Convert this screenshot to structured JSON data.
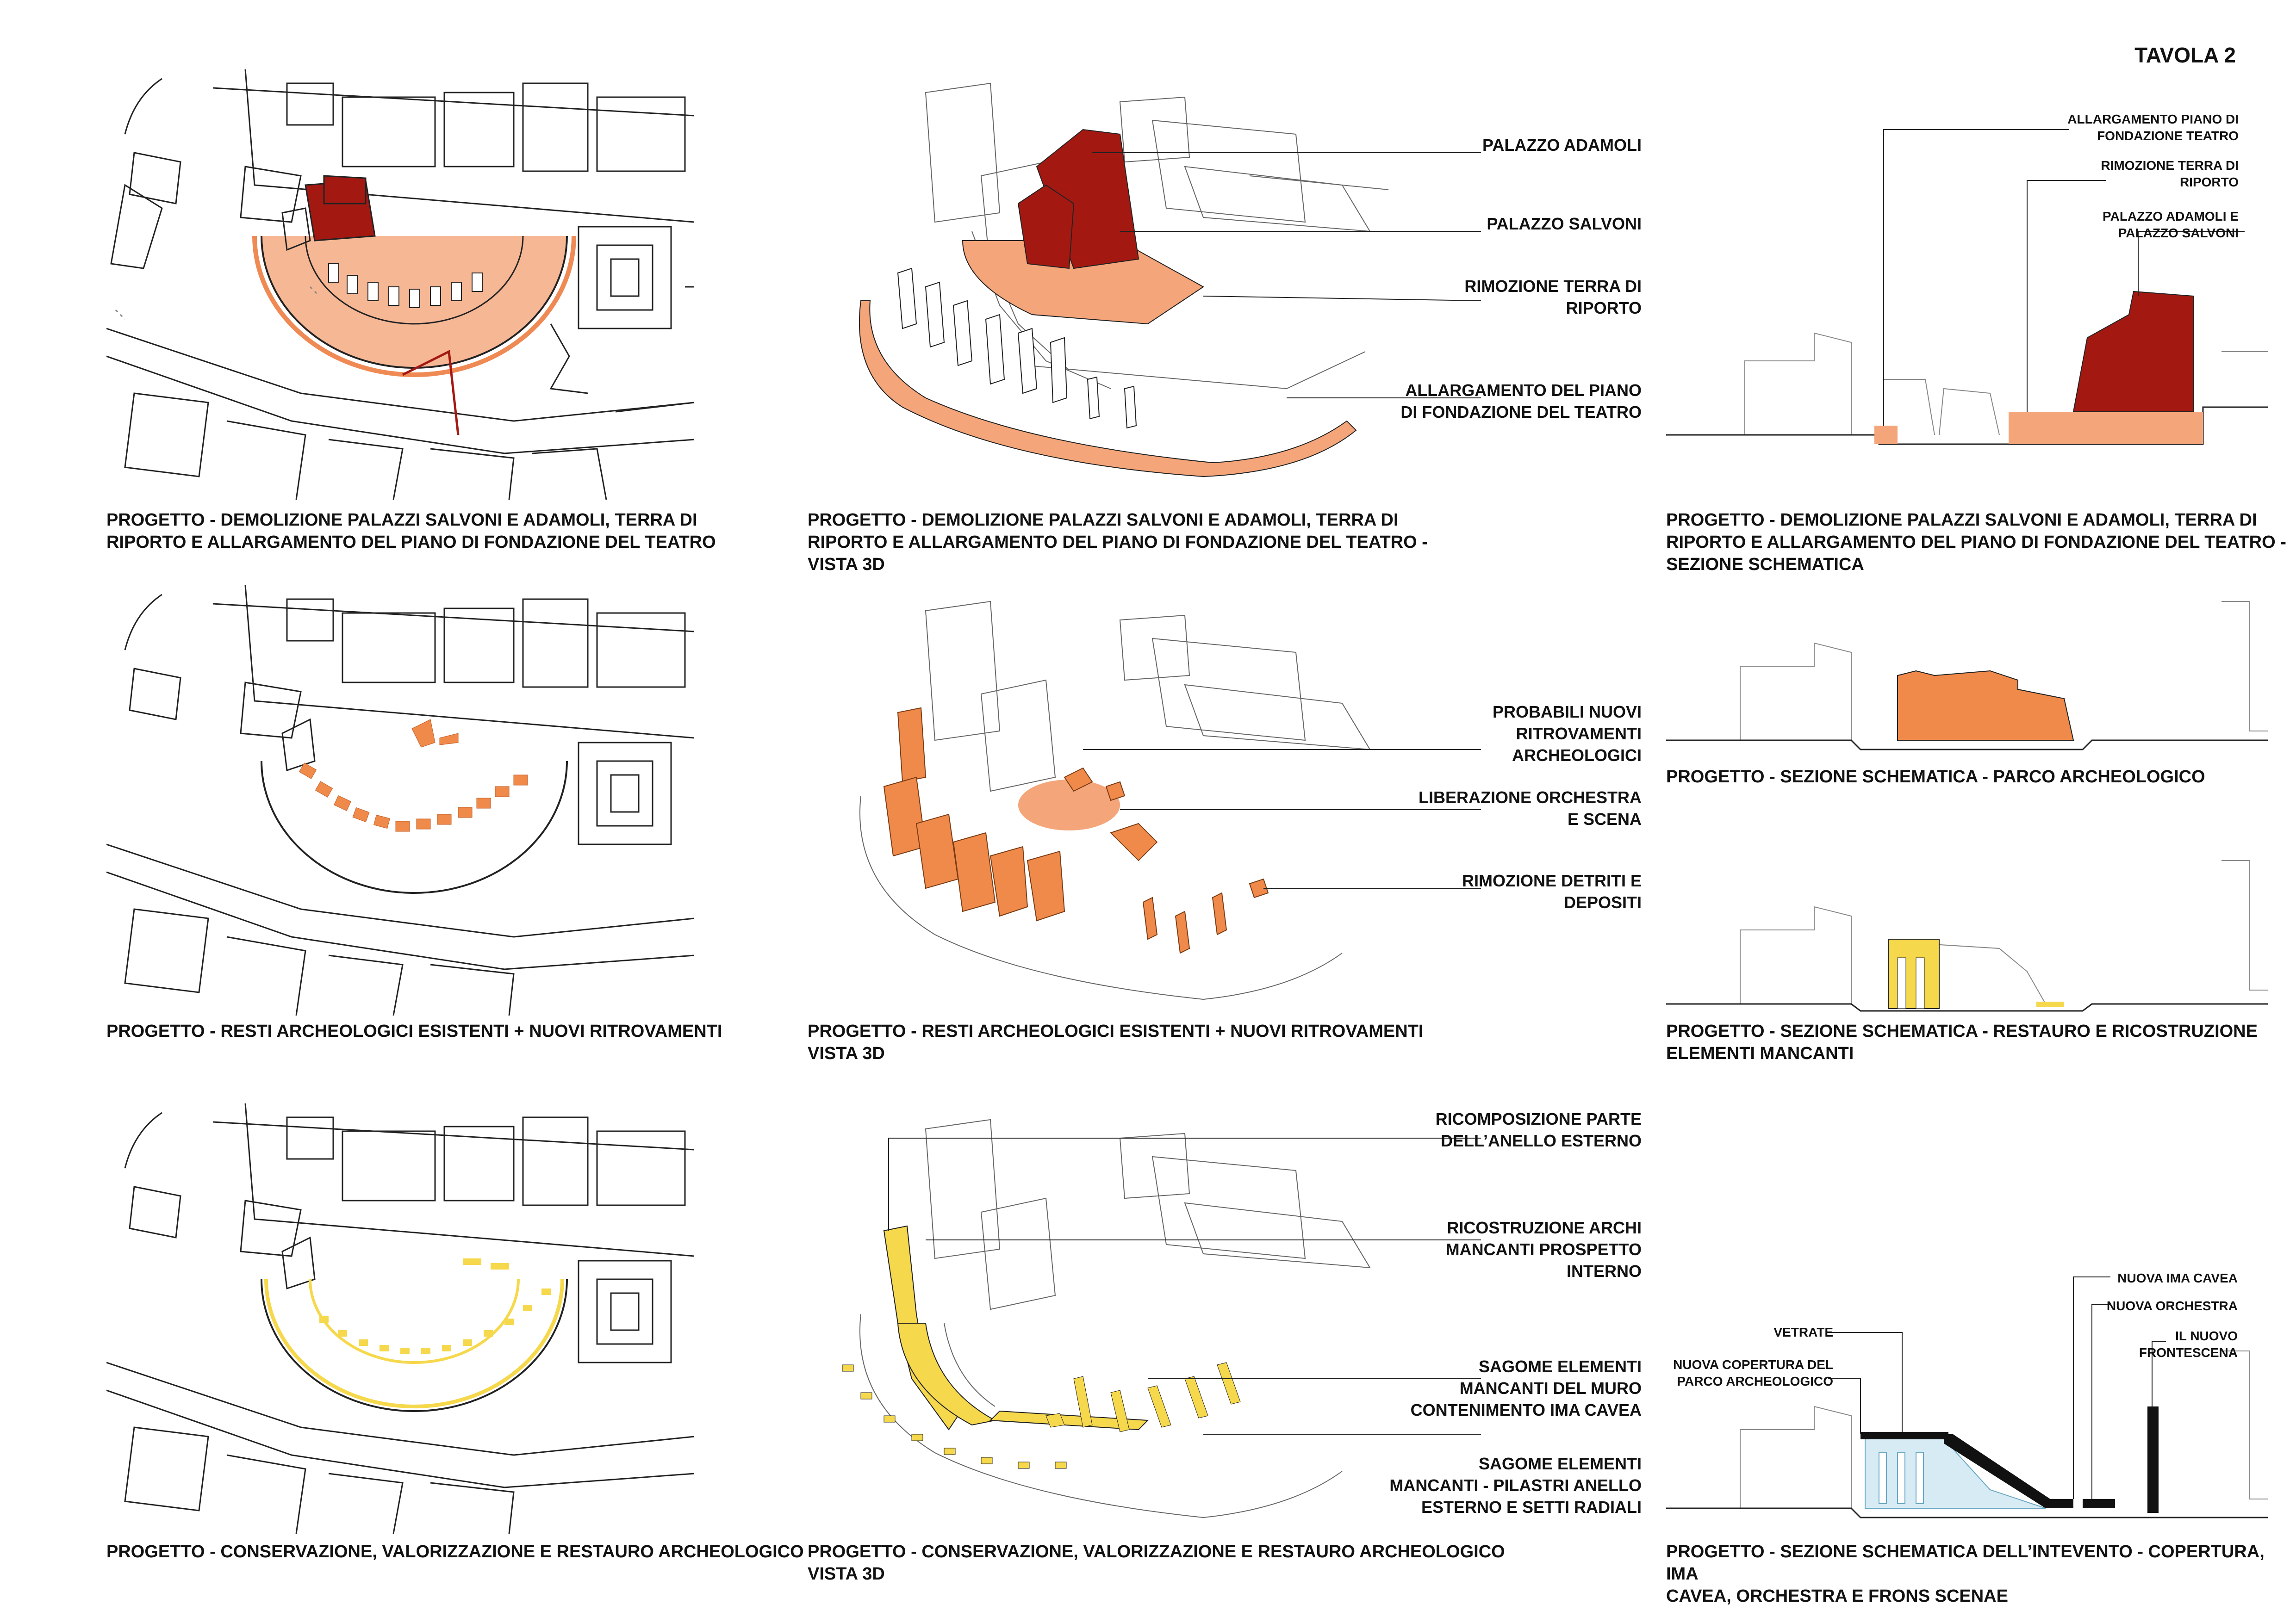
{
  "sheet_title": "TAVOLA 2",
  "colors": {
    "dark_red": "#a31912",
    "salmon": "#f4a57a",
    "orange": "#ef8a4a",
    "yellow": "#f6d84c",
    "black": "#111111",
    "line": "#222222",
    "glass": "#d6ebf3"
  },
  "row1": {
    "plan_caption": "PROGETTO - DEMOLIZIONE PALAZZI SALVONI E ADAMOLI, TERRA DI\nRIPORTO E ALLARGAMENTO DEL PIANO DI FONDAZIONE DEL TEATRO",
    "view3d_caption": "PROGETTO - DEMOLIZIONE PALAZZI SALVONI E ADAMOLI, TERRA DI\nRIPORTO E ALLARGAMENTO DEL PIANO DI FONDAZIONE DEL TEATRO -\nVISTA 3D",
    "section_caption": "PROGETTO - DEMOLIZIONE PALAZZI SALVONI E ADAMOLI, TERRA DI\nRIPORTO E ALLARGAMENTO DEL PIANO DI FONDAZIONE DEL TEATRO -\nSEZIONE SCHEMATICA",
    "view3d_labels": [
      "PALAZZO ADAMOLI",
      "PALAZZO SALVONI",
      "RIMOZIONE TERRA DI\nRIPORTO",
      "ALLARGAMENTO DEL PIANO\nDI FONDAZIONE DEL TEATRO"
    ],
    "section_labels": [
      "ALLARGAMENTO PIANO DI\nFONDAZIONE TEATRO",
      "RIMOZIONE TERRA DI\nRIPORTO",
      "PALAZZO ADAMOLI E\nPALAZZO SALVONI"
    ]
  },
  "row2": {
    "plan_caption": "PROGETTO - RESTI ARCHEOLOGICI ESISTENTI + NUOVI RITROVAMENTI",
    "view3d_caption": "PROGETTO - RESTI ARCHEOLOGICI ESISTENTI + NUOVI RITROVAMENTI\nVISTA 3D",
    "section_a_caption": "PROGETTO - SEZIONE SCHEMATICA - PARCO ARCHEOLOGICO",
    "section_b_caption": "PROGETTO - SEZIONE SCHEMATICA - RESTAURO E RICOSTRUZIONE\nELEMENTI MANCANTI",
    "view3d_labels": [
      "PROBABILI NUOVI\nRITROVAMENTI\nARCHEOLOGICI",
      "LIBERAZIONE ORCHESTRA\nE SCENA",
      "RIMOZIONE DETRITI E\nDEPOSITI"
    ]
  },
  "row3": {
    "plan_caption": "PROGETTO - CONSERVAZIONE, VALORIZZAZIONE E RESTAURO ARCHEOLOGICO",
    "view3d_caption": "PROGETTO - CONSERVAZIONE, VALORIZZAZIONE E RESTAURO ARCHEOLOGICO\nVISTA 3D",
    "section_caption": "PROGETTO - SEZIONE SCHEMATICA DELL’INTEVENTO - COPERTURA, IMA\nCAVEA, ORCHESTRA E FRONS SCENAE",
    "view3d_labels": [
      "RICOMPOSIZIONE PARTE\nDELL’ANELLO ESTERNO",
      "RICOSTRUZIONE ARCHI\nMANCANTI PROSPETTO\nINTERNO",
      "SAGOME ELEMENTI\nMANCANTI DEL MURO\nCONTENIMENTO IMA CAVEA",
      "SAGOME ELEMENTI\nMANCANTI - PILASTRI ANELLO\nESTERNO E SETTI RADIALI"
    ],
    "section_labels": [
      "NUOVA IMA CAVEA",
      "NUOVA ORCHESTRA",
      "IL NUOVO\nFRONTESCENA",
      "VETRATE",
      "NUOVA COPERTURA DEL\nPARCO ARCHEOLOGICO"
    ]
  }
}
